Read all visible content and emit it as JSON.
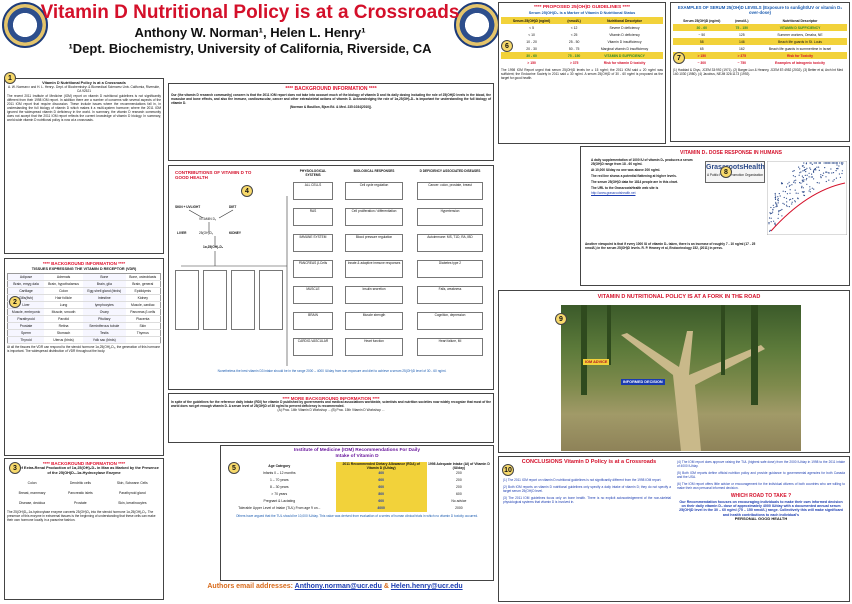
{
  "header": {
    "title": "Vitamin D Nutritional Policy is at a Crossroads",
    "authors": "Anthony W. Norman¹, Helen L. Henry¹",
    "affiliation": "¹Dept. Biochemistry, University of California, Riverside, CA"
  },
  "panel1": {
    "heading": "Vitamin D Nutritional Policy is at a Crossroads",
    "byline": "A. W. Norman¹² and H. L. Henry¹. Dept. of Biochemistry¹ & Biomedical Sciences² Univ. California, Riverside, CA 92521",
    "body": "The recent 2011 Institute of Medicine (IOM) report on vitamin D nutritional guidelines is not significantly different from their 1998 IOM report. In addition there are a number of concerns with several aspects of the 2011 IOM report that require discussion. These include issues where the recommendations fall in, in understanding the full biology of vitamin D which makes it a multi-system hormone; where the 2011 IOM ignored the widespread vitamin D deficiency in the world. In summary, the vitamin D research community does not accept that the 2011 IOM report reflects the current knowledge of vitamin D biology. In summary, world-wide vitamin D nutritional policy is now at a crossroads."
  },
  "panel2": {
    "title": "**** BACKGROUND INFORMATION ****",
    "table_title": "TISSUES EXPRESSING THE VITAMIN D RECEPTOR (VDR)",
    "rows": [
      [
        "Adipose",
        "Adrenals",
        "Bone",
        "Bone, osteoblasts"
      ],
      [
        "Brain, emyg dala",
        "Brain, hypothalamus",
        "Brain, glia",
        "Brain, general"
      ],
      [
        "Cartilage",
        "Colon",
        "Egg shell gland (birds)",
        "Epididymis"
      ],
      [
        "Gills(fish)",
        "Hair follicle",
        "Intestine",
        "Kidney"
      ],
      [
        "Liver",
        "Lung",
        "lymphocytes",
        "Muscle, cardiac"
      ],
      [
        "Muscle, embryonic",
        "Muscle, smooth",
        "Ovary",
        "Pancreas β cells"
      ],
      [
        "Parathyroid",
        "Parotid",
        "Pituitary",
        "Placenta"
      ],
      [
        "Prostate",
        "Retina",
        "Seminiferous tubule",
        "Skin"
      ],
      [
        "Sperm",
        "Stomach",
        "Testis",
        "Thymus"
      ],
      [
        "Thyroid",
        "Uterus (birds)",
        "Yolk sac (birds)",
        ""
      ]
    ],
    "footer": "At all the tissues the VDR can respond to the steroid hormone 1α,25(OH)₂D₃, the generation of this hormone is important. The widespread distribution of VDR throughout the body."
  },
  "panel3": {
    "title": "**** BACKGROUND INFORMATION ****",
    "table_title": "Sites of Extra-Renal Production of 1α,25(OH)₂D₃ in Man as Marked by the Presence of the 25(OH)D₃-1α-Hydroxylase Enzyme",
    "rows": [
      [
        "Colon",
        "Dendritic cells",
        "Skin, Schwann Cells"
      ],
      [
        "Breast, mammary",
        "Pancreatic islets",
        "Parathyroid gland"
      ],
      [
        "Disease, decidua",
        "Prostate",
        "Skin, keratinocytes"
      ]
    ],
    "body": "The 25(OH)D₃-1α-hydroxylase enzyme converts 25(OH)D₃ into the steroid hormone 1α,25(OH)₂D₃. The presence of this enzyme in extrarenal tissues is the beginning of understanding that these cells can make their own hormone locally in a paracrine fashion."
  },
  "panel4": {
    "title": "**** BACKGROUND INFORMATION ****",
    "body": "Our (the vitamin D research community) concern is that the 2011 IOM report does not take into account much of the biology of vitamin D and its daily dosing including the role of 25(OH)D levels in the blood, the muscular and bone effects, and also the immune, cardiovascular, cancer and other extraskeletal actions of vitamin D. Acknowledging the role of 1α,25(OH)₂D₃ is important for understanding the full biology of vitamin D.",
    "cite": "(Norman & Bouillon, Bjsm Ed. & Med. 235:1034(2010))."
  },
  "panel5": {
    "title": "CONTRIBUTIONS OF VITAMIN D TO GOOD HEALTH",
    "col_headers": [
      "PHYSIOLOGICAL SYSTEMS",
      "BIOLOGICAL RESPONSES",
      "D DEFICIENCY ASSOCIATED DISEASES"
    ],
    "systems": [
      "ALL CELLS",
      "RAS",
      "IMMUNE SYSTEM",
      "PANCREAS β-Cells",
      "MUSCLE",
      "BRAIN",
      "CARDIO-VASCULAR"
    ],
    "responses": [
      "Cell cycle regulation",
      "Cell proliferation / differentiation",
      "Blood pressure regulation",
      "Innate & adaptive immune responses",
      "Insulin secretion",
      "Muscle strength",
      "Heart function"
    ],
    "diseases": [
      "Cancer: colon, prostate, breast",
      "Hypertension",
      "Autoimmune: MS, T1D, RA, IBD",
      "Diabetes type 2",
      "Falls, weakness",
      "Cognition, depression",
      "Heart failure, MI"
    ],
    "flow": {
      "skin": "SKIN + UVLIGHT",
      "diet": "DIET",
      "liver": "LIVER",
      "kidney": "KIDNEY",
      "vitd": "VITAMIN D₃",
      "d25": "25(OH)D₃",
      "d125": "1α,25(OH)₂D₃"
    },
    "footnote": "Nonetheless the best vitamin D3 intake should be in the range 2000 – 4000 IU/day from sun exposure and diet to achieve a serum 25(OH)D level of 30 - 60 ng/ml."
  },
  "panel6": {
    "title": "**** MORE BACKGROUND INFORMATION ****",
    "body": "In spite of the guidelines for the reference daily intake (RDI) for vitamin D published by governments and medical associations worldwide, scientists and nutrition societies now widely recognize that most of the world does not get enough vitamin D. A serum level of 25(OH)D of 30 ng/ml to prevent deficiency is recommended.",
    "cites": "(A) Proc. 14th Vitamin D Workshop ... (B) Proc. 15th Vitamin D Workshop ..."
  },
  "panel7": {
    "title": "Institute of Medicine (IOM) Recommendations For Daily Intake of Vitamin D",
    "col_headers": [
      "Age Category",
      "2011 Recommended Dietary Allowance (RDA) of Vitamin D (IU/day)",
      "1998 Adequate Intake (AI) of Vitamin D (IU/day)"
    ],
    "rows": [
      [
        "Infants 0 – 12 months",
        "400",
        "200"
      ],
      [
        "1 – 70 years",
        "600",
        "200"
      ],
      [
        "8 – 30 years",
        "600",
        "200"
      ],
      [
        "> 70 years",
        "800",
        "600"
      ],
      [
        "Pregnant & Lactating",
        "600",
        "No advice"
      ],
      [
        "Tolerable Upper Level of Intake (TUL) From age 9 on...",
        "4000",
        "2000"
      ]
    ],
    "note": "Others have argued that the TUL should be 10,000 IU/day. This value was derived from evaluation of a series of human clinical trials in which no vitamin D toxicity occurred."
  },
  "emails": {
    "label": "Authors email addresses:",
    "a": "Anthony.norman@ucr.edu",
    "amp": "&",
    "b": "Helen.henry@ucr.edu"
  },
  "panel8": {
    "title": "**** PROPOSED 25(OH)D GUIDELINES ****",
    "subtitle": "Serum 25(OH)D₃ is a Marker of Vitamin D Nutritional Status",
    "col_headers": [
      "Serum 25(OH)D (ng/ml)",
      "(nmol/L)",
      "Nutritional Descriptor"
    ],
    "rows": [
      [
        "< 5",
        "< 12",
        "Severe D deficiency"
      ],
      [
        "< 10",
        "< 25",
        "Vitamin D deficiency"
      ],
      [
        "10 - 20",
        "25 - 50",
        "Vitamin D insufficiency"
      ],
      [
        "20 - 30",
        "50 - 75",
        "Marginal vitamin D insufficiency"
      ],
      [
        "30 - 60",
        "75 - 150",
        "VITAMIN D SUFFICIENCY"
      ],
      [
        "> 150",
        "> 375",
        "Risk for vitamin D toxicity"
      ]
    ],
    "body": "The 1998 IOM Report urged that serum 25(OH)D levels be ≥ 15 ng/ml; the 2011 IOM said ≥ 20 ng/ml was sufficient; the Endocrine Society in 2011 said ≥ 30 ng/ml. A serum 25(OH)D of 30 - 60 ng/ml is proposed as the target for good health."
  },
  "panel9": {
    "title": "EXAMPLES OF SERUM 25(OH)D LEVELS (Exposure to sunlight/UV or vitamin D₃ over-dose)",
    "col_headers": [
      "Serum 25(OH)D (ng/ml)",
      "(nmol/L)",
      "Nutritional Descriptor"
    ],
    "rows": [
      [
        "30 - 60",
        "75 - 150",
        "VITAMIN D SUFFICIENCY"
      ],
      [
        "~ 50",
        "125",
        "Summer workers, Omaha, NE"
      ],
      [
        "58",
        "146",
        "Beach life guards in St. Louis"
      ],
      [
        "65",
        "162",
        "Beach life guards in summertime in Israel"
      ],
      [
        "> 150",
        "> 375",
        "Risk for Toxicity"
      ],
      [
        "~ 300",
        "~ 750",
        "Examples of iatrogenic toxicity"
      ]
    ],
    "refs": "(1) Haddad & Chyu, JCEM 33:992 (1971). (2) Barger-Lux & Heaney, JCEM 87:4952 (2002). (3) Better et al, Arch Int Med 140:1030 (1980). (4) Jacobus, NEJM 326:1173 (1992)."
  },
  "panel10": {
    "title": "VITAMIN D₃ DOSE RESPONSE IN HUMANS",
    "bullets": [
      "A daily supplementation of 1000 IU of vitamin D₃ produces a serum 25(OH)D range from 18 - 60 ng/ml.",
      "At 10,000 IU/day no one was above 200 ng/ml.",
      "The red line shows a potential flattening at higher levels.",
      "The serum 25(OH)D data for 1814 people are in this chart.",
      "The URL to the GrassrootsHealth web site is"
    ],
    "url": "http://www.grassrootshealth.net",
    "note": "Another viewpoint is that if every 1000 IU of vitamin D₃ taken, there is an increase of roughly 7 - 10 ng/ml (17 - 25 nmol/L) in the serum 25(OH)D levels. R. P. Heaney et al, Endocrinology 152, (2011) in press.",
    "logo": "GrassrootsHealth",
    "logo_sub": "A Public Health Promotion Organization",
    "chart_data": {
      "type": "scatter",
      "title": "",
      "xlabel": "",
      "ylabel": ""
    }
  },
  "panel11": {
    "title": "VITAMIN D NUTRITIONAL POLICY IS AT A FORK IN THE ROAD",
    "sign_a": "IOM ADVICE",
    "sign_b": "INFORMED DECISION"
  },
  "panel12": {
    "title": "CONCLUSIONS Vitamin D Policy is at a Crossroads",
    "items": [
      "(1) The 2011 IOM report on vitamin D nutritional guidelines is not significantly different from the 1998 IOM report.",
      "(2) Both IOM reports on vitamin D nutritional guidelines only specify a daily intake of vitamin D; they do not specify a target serum 25(OH)D level.",
      "(3) The 2011 IOM guidelines focus only on bone health. There is no explicit acknowledgement of the non-skeletal physiological systems that vitamin D is involved in.",
      "(4) The IOM report does approve raising the TUL (highest safe dose) from the 2000 IU/day in 1998 to the 2011 intake of 4000 IU/day.",
      "(5) Both IOM reports define official nutrition policy and provide guidance to governmental agencies for both Canada and the USA.",
      "(6) The IOM report offers little advice or encouragement for the individual citizens of both countries who are willing to make their own personal informed decision."
    ],
    "q": "WHICH ROAD TO TAKE ?",
    "answer": "Our Recommendation focuses on encouraging individuals to make their own informed decision on their daily vitamin D₃ dose of approximately 4000 IU/day with a documented annual serum 25(OH)D level in the 30 – 60 ng/ml (75 – 150 nmol/L) range. Collectively this will make significant and health contributions to each individual's",
    "personal": "PERSONAL GOOD HEALTH"
  },
  "colors": {
    "red": "#e0102c",
    "blue": "#1a5bb0",
    "yellow": "#f2d23a",
    "green": "#2c8a2c"
  }
}
